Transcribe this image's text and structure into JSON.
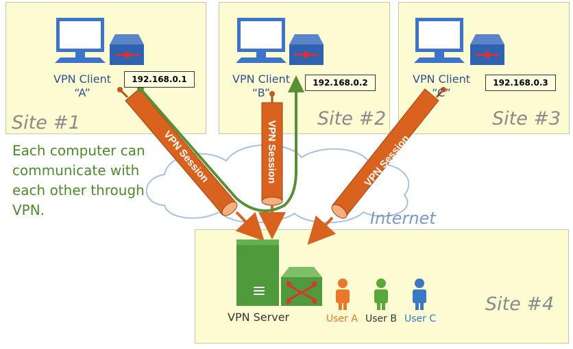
{
  "sites": [
    {
      "label": "Site #1",
      "client_name": "VPN Client",
      "client_id": "“A”",
      "ip": "192.168.0.1"
    },
    {
      "label": "Site #2",
      "client_name": "VPN Client",
      "client_id": "“B”",
      "ip": "192.168.0.2"
    },
    {
      "label": "Site #3",
      "client_name": "VPN Client",
      "client_id": "“C”",
      "ip": "192.168.0.3"
    }
  ],
  "site4": {
    "label": "Site #4",
    "server_label": "VPN Server"
  },
  "users": [
    {
      "label": "User A",
      "color": "#e8782a"
    },
    {
      "label": "User B",
      "color": "#5aa83a"
    },
    {
      "label": "User C",
      "color": "#3a78c4"
    }
  ],
  "caption": "Each computer can communicate with each other through VPN.",
  "internet_label": "Internet",
  "session_label": "VPN Session",
  "colors": {
    "session": "#d9621e",
    "path": "#5a8f35",
    "site_bg": "#fcfbd1",
    "monitor": "#3b74c9",
    "server": "#4f9a3a"
  }
}
